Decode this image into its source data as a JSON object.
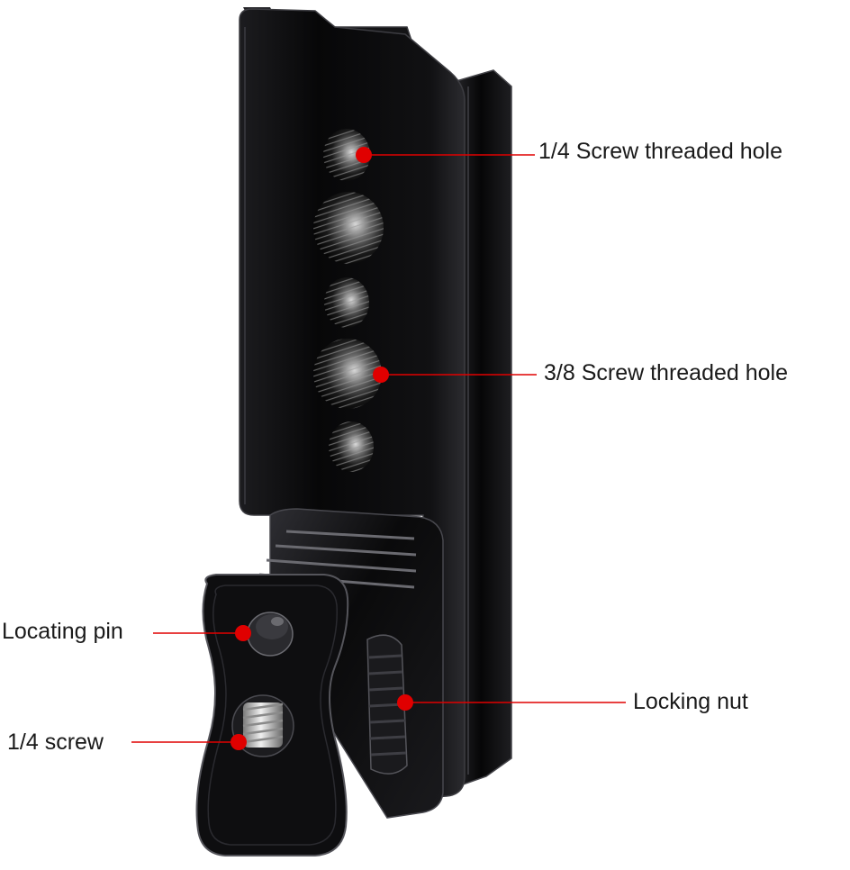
{
  "annotations": {
    "quarter_threaded_hole": "1/4 Screw threaded hole",
    "threeeighth_threaded_hole": "3/8 Screw threaded hole",
    "locating_pin": "Locating pin",
    "locking_nut": "Locking nut",
    "quarter_screw": "1/4 screw"
  },
  "colors": {
    "background": "#ffffff",
    "plate": "#0b0b0c",
    "plate_edge": "#3a3a3e",
    "callout_dot": "#e00000",
    "callout_line": "#e00000",
    "screw": "#c9c9c9"
  }
}
